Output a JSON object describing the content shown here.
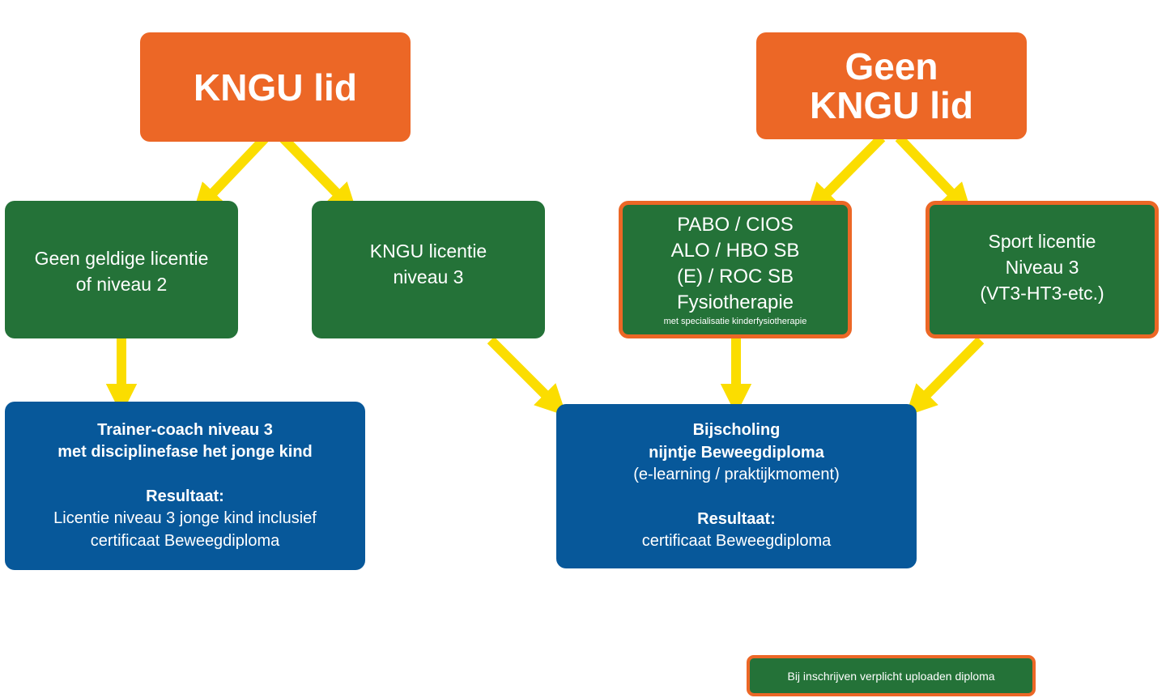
{
  "colors": {
    "orange": "#ec6726",
    "green": "#247238",
    "blue": "#07589a",
    "arrow": "#fbdd00"
  },
  "top_nodes": {
    "kngu_lid": "KNGU lid",
    "geen_kngu_lid": [
      "Geen",
      "KNGU lid"
    ]
  },
  "middle_nodes": {
    "geen_licentie": [
      "Geen geldige licentie",
      "of niveau 2"
    ],
    "kngu_licentie": [
      "KNGU licentie",
      "niveau 3"
    ],
    "pabo": [
      "PABO / CIOS",
      "ALO / HBO SB",
      "(E) / ROC SB",
      "Fysiotherapie"
    ],
    "pabo_note": "met specialisatie kinderfysiotherapie",
    "sport_licentie": [
      "Sport licentie",
      "Niveau 3",
      "(VT3-HT3-etc.)"
    ]
  },
  "bottom_nodes": {
    "trainer": {
      "title": [
        "Trainer-coach niveau 3",
        "met disciplinefase het jonge kind"
      ],
      "result_label": "Resultaat:",
      "result": [
        "Licentie niveau 3 jonge kind inclusief",
        "certificaat Beweegdiploma"
      ]
    },
    "bijscholing": {
      "title": [
        "Bijscholing",
        "nijntje Beweegdiploma"
      ],
      "subtitle": "(e-learning / praktijkmoment)",
      "result_label": "Resultaat:",
      "result": "certificaat Beweegdiploma"
    }
  },
  "legend": "Bij inschrijven verplicht uploaden diploma"
}
